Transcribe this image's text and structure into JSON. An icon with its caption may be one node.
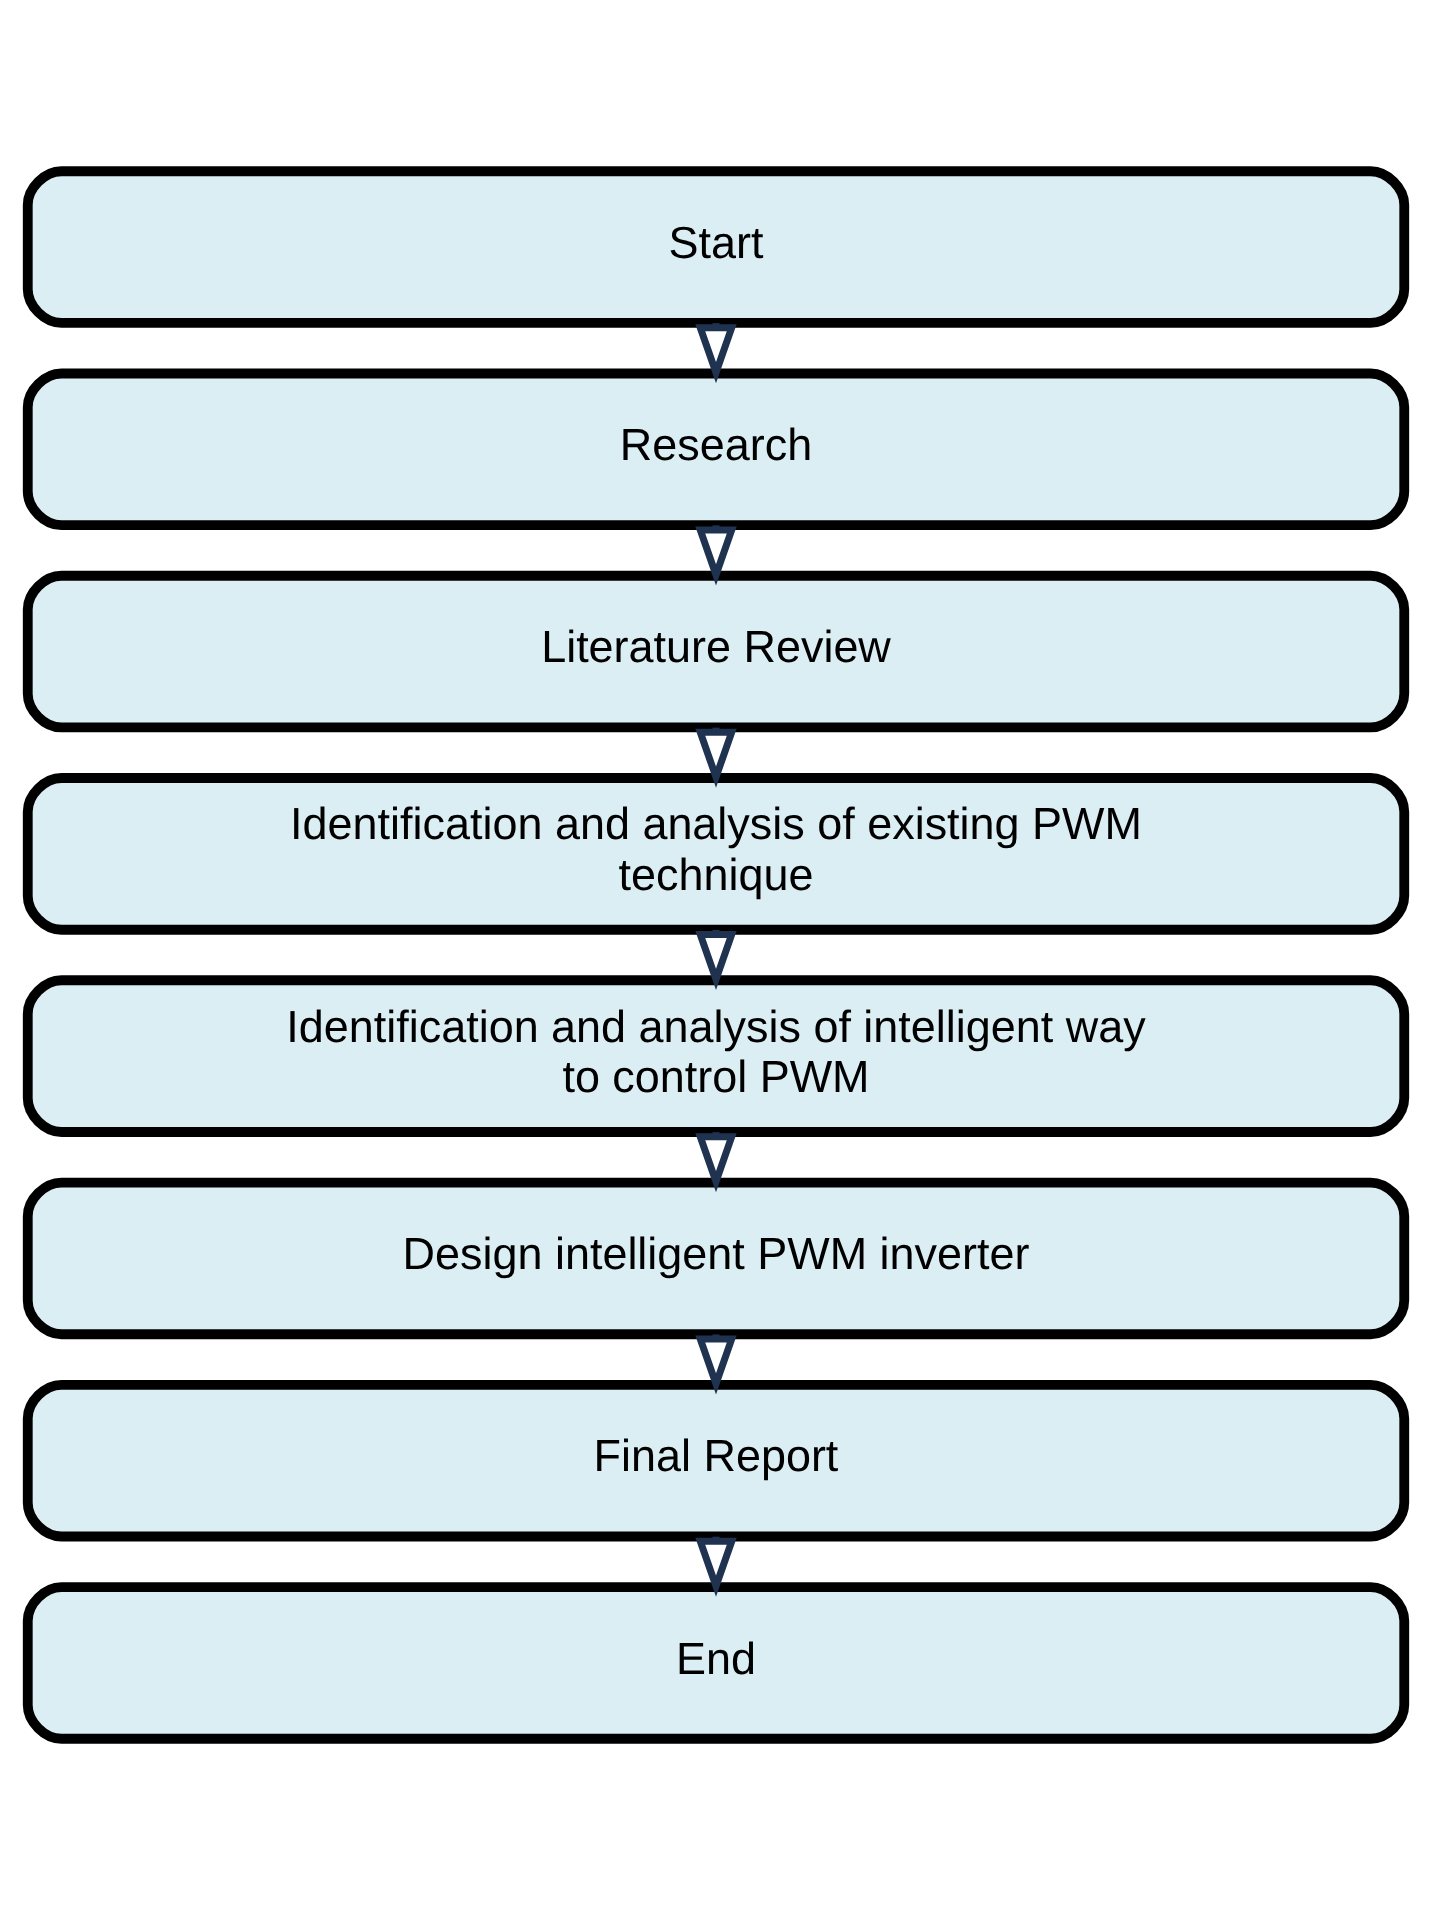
{
  "diagram": {
    "nodes": [
      {
        "text": [
          "Start"
        ]
      },
      {
        "text": [
          "Research"
        ]
      },
      {
        "text": [
          "Literature Review"
        ]
      },
      {
        "text": [
          "Identification and analysis of existing PWM technique"
        ]
      },
      {
        "text": [
          "Identification and analysis of intelligent way to control PWM"
        ]
      },
      {
        "text": [
          "Design intelligent PWM inverter"
        ]
      },
      {
        "text": [
          "Final Report"
        ]
      },
      {
        "text": [
          "End"
        ]
      }
    ],
    "edges": [
      {
        "from": 0,
        "to": 1,
        "arrow": "to"
      },
      {
        "from": 1,
        "to": 2,
        "arrow": "to"
      },
      {
        "from": 2,
        "to": 3,
        "arrow": "to"
      },
      {
        "from": 3,
        "to": 4,
        "arrow": "to"
      },
      {
        "from": 4,
        "to": 5,
        "arrow": "to"
      },
      {
        "from": 5,
        "to": 6,
        "arrow": "to"
      },
      {
        "from": 6,
        "to": 7,
        "arrow": "to"
      }
    ]
  }
}
